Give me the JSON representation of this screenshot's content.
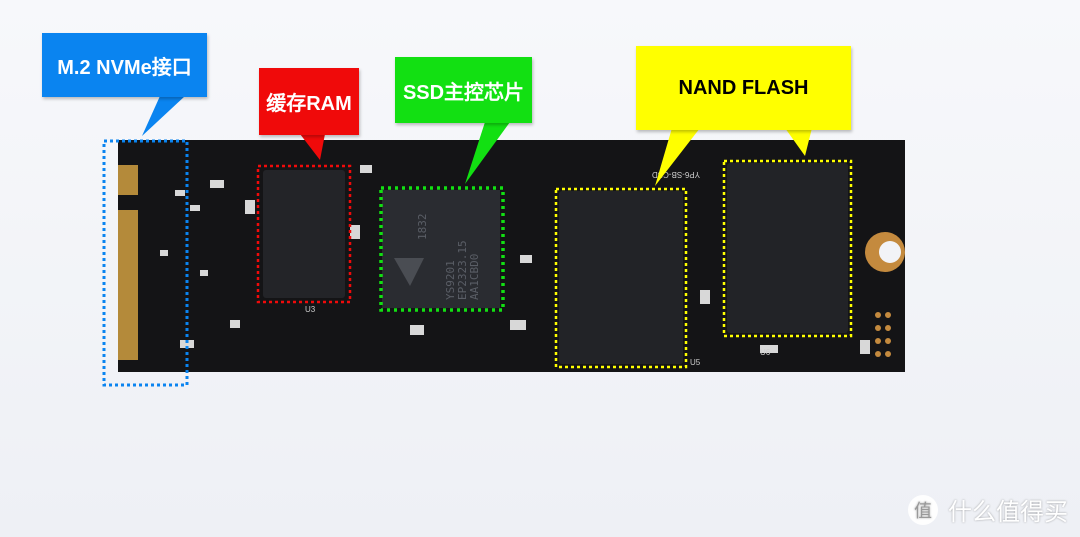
{
  "callouts": {
    "interface": {
      "label": "M.2 NVMe接口",
      "color": "#0a84f0"
    },
    "dram": {
      "label": "缓存RAM",
      "color": "#f00a0a"
    },
    "controller": {
      "label": "SSD主控芯片",
      "color": "#12e012"
    },
    "nand": {
      "label": "NAND FLASH",
      "color": "#ffff00"
    }
  },
  "controller_chip": {
    "line1": "1832",
    "line2": "YS9201",
    "line3": "EP2323.15",
    "line4": "AA1CBD0"
  },
  "pcb_marks": {
    "u3": "U3",
    "u5": "U5",
    "u6": "U6",
    "model": "YP6-SB-CSD"
  },
  "watermark": {
    "badge": "值",
    "text": "什么值得买"
  }
}
